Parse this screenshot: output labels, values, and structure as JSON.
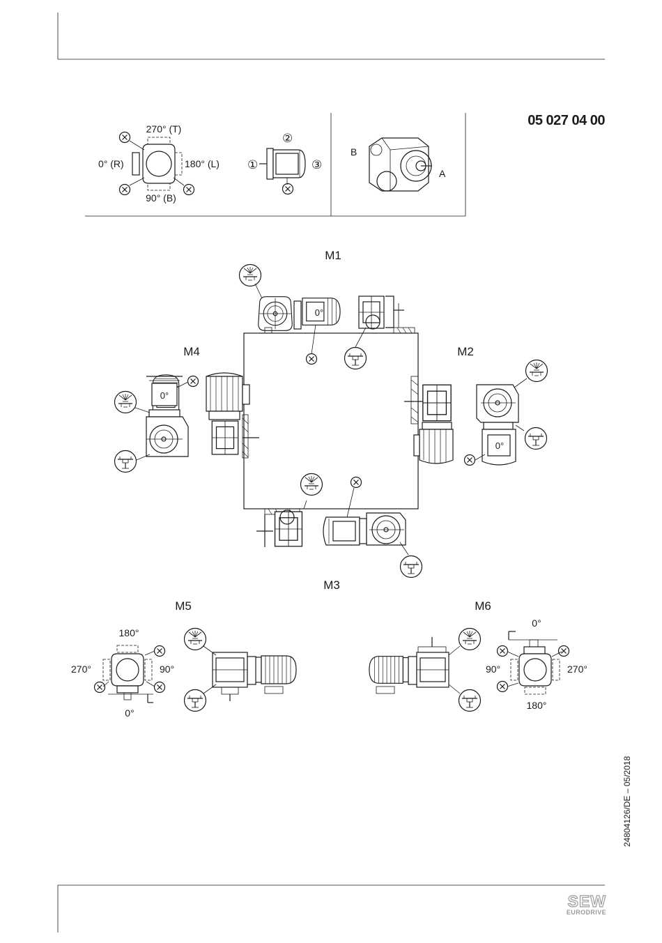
{
  "header": {
    "code": "05 027 04 00"
  },
  "legend": {
    "pos_top": "270° (T)",
    "pos_left": "0° (R)",
    "pos_right": "180° (L)",
    "pos_bottom": "90° (B)",
    "x_mark": "X",
    "num_1": "①",
    "num_2": "②",
    "num_3": "③",
    "side_b": "B",
    "side_a": "A"
  },
  "positions": {
    "m1": "M1",
    "m2": "M2",
    "m3": "M3",
    "m4": "M4",
    "m5": "M5",
    "m6": "M6"
  },
  "motor_labels": {
    "zero": "0°"
  },
  "m5": {
    "top": "180°",
    "left": "270°",
    "right": "90°",
    "bottom": "0°"
  },
  "m6": {
    "top": "0°",
    "left": "90°",
    "right": "270°",
    "bottom": "180°"
  },
  "footer": {
    "doc_ref": "24804126/DE – 05/2018",
    "logo_main": "SEW",
    "logo_sub": "EURODRIVE"
  }
}
